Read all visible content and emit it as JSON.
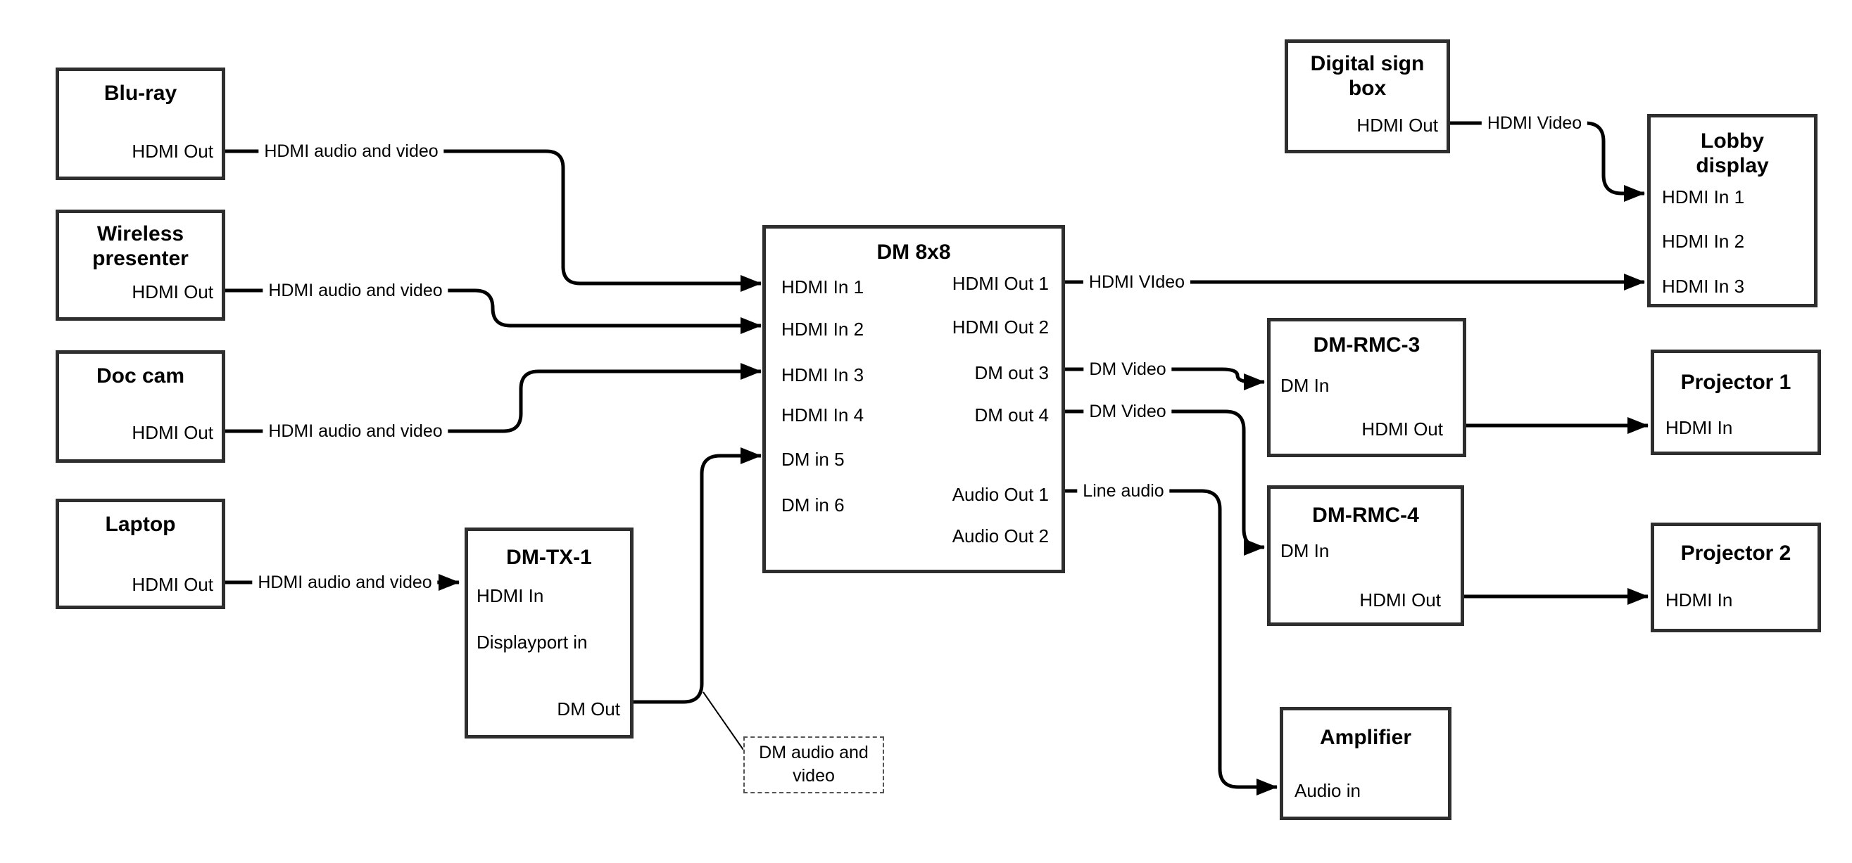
{
  "canvas": {
    "background": "#ffffff",
    "wire_color": "#000000",
    "box_border_color": "#2e2e2e",
    "text_color": "#000000"
  },
  "nodes": {
    "bluray": {
      "title": "Blu-ray",
      "ports": {
        "hdmi_out": "HDMI Out"
      }
    },
    "wireless_presenter": {
      "title": "Wireless presenter",
      "ports": {
        "hdmi_out": "HDMI Out"
      }
    },
    "doc_cam": {
      "title": "Doc cam",
      "ports": {
        "hdmi_out": "HDMI Out"
      }
    },
    "laptop": {
      "title": "Laptop",
      "ports": {
        "hdmi_out": "HDMI Out"
      }
    },
    "dm_tx_1": {
      "title": "DM-TX-1",
      "ports": {
        "hdmi_in": "HDMI In",
        "displayport_in": "Displayport in",
        "dm_out": "DM Out"
      }
    },
    "dm_8x8": {
      "title": "DM 8x8",
      "ports": {
        "hdmi_in_1": "HDMI In 1",
        "hdmi_in_2": "HDMI In 2",
        "hdmi_in_3": "HDMI In 3",
        "hdmi_in_4": "HDMI In 4",
        "dm_in_5": "DM in 5",
        "dm_in_6": "DM in 6",
        "hdmi_out_1": "HDMI Out 1",
        "hdmi_out_2": "HDMI Out 2",
        "dm_out_3": "DM out 3",
        "dm_out_4": "DM out 4",
        "audio_out_1": "Audio Out 1",
        "audio_out_2": "Audio Out 2"
      }
    },
    "digital_sign_box": {
      "title": "Digital sign box",
      "ports": {
        "hdmi_out": "HDMI Out"
      }
    },
    "lobby_display": {
      "title": "Lobby display",
      "ports": {
        "hdmi_in_1": "HDMI In 1",
        "hdmi_in_2": "HDMI In 2",
        "hdmi_in_3": "HDMI In 3"
      }
    },
    "dm_rmc_3": {
      "title": "DM-RMC-3",
      "ports": {
        "dm_in": "DM In",
        "hdmi_out": "HDMI Out"
      }
    },
    "projector_1": {
      "title": "Projector 1",
      "ports": {
        "hdmi_in": "HDMI In"
      }
    },
    "dm_rmc_4": {
      "title": "DM-RMC-4",
      "ports": {
        "dm_in": "DM In",
        "hdmi_out": "HDMI Out"
      }
    },
    "projector_2": {
      "title": "Projector 2",
      "ports": {
        "hdmi_in": "HDMI In"
      }
    },
    "amplifier": {
      "title": "Amplifier",
      "ports": {
        "audio_in": "Audio in"
      }
    }
  },
  "wire_labels": {
    "bluray_to_dm8x8": "HDMI audio and video",
    "wireless_to_dm8x8": "HDMI audio and video",
    "doccam_to_dm8x8": "HDMI audio and video",
    "laptop_to_dmtx1": "HDMI audio and video",
    "hdmi_out_1": "HDMI VIdeo",
    "dm_out_3": "DM Video",
    "dm_out_4": "DM Video",
    "audio_out_1": "Line audio",
    "digital_sign": "HDMI Video"
  },
  "callout": {
    "text": "DM audio and video"
  }
}
